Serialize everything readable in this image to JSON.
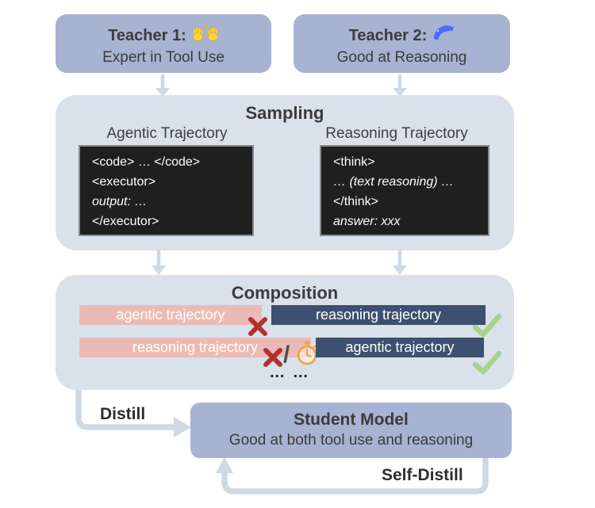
{
  "teachers": {
    "teacher1": {
      "title": "Teacher 1:",
      "icon": "raising-hands",
      "subtitle": "Expert in Tool Use"
    },
    "teacher2": {
      "title": "Teacher 2:",
      "icon": "deepseek-whale",
      "subtitle": "Good at Reasoning"
    }
  },
  "sampling": {
    "title": "Sampling",
    "agentic": {
      "label": "Agentic Trajectory",
      "code_lines": [
        "<code> … </code>",
        "<executor>",
        "output: …",
        "</executor>"
      ]
    },
    "reasoning": {
      "label": "Reasoning Trajectory",
      "code_lines": [
        "<think>",
        "… (text reasoning) …",
        "</think>",
        "answer: xxx"
      ]
    }
  },
  "composition": {
    "title": "Composition",
    "slash": "/",
    "ellipsis": "… …",
    "rows": [
      {
        "first_bar": {
          "label": "agentic trajectory",
          "style": "pink"
        },
        "separator": "cross",
        "second_bar": {
          "label": "reasoning trajectory",
          "style": "navy"
        },
        "verdict": "check"
      },
      {
        "first_bar": {
          "label": "reasoning trajectory",
          "style": "pink"
        },
        "separator": "cross-or-timeout",
        "second_bar": {
          "label": "agentic trajectory",
          "style": "navy"
        },
        "verdict": "check"
      }
    ]
  },
  "flow": {
    "distill_label": "Distill",
    "self_distill_label": "Self-Distill"
  },
  "student": {
    "title": "Student Model",
    "subtitle": "Good at both tool use and reasoning"
  },
  "colors": {
    "teacher_box": "#a8b2d1",
    "panel": "#d9e1eb",
    "code_bg": "#1f1f1f",
    "code_border": "#8a8a8a",
    "pink_bar": "#ecbab6",
    "navy_bar": "#3d506f",
    "arrow": "#cdd9e6",
    "cross": "#b23130",
    "check": "#a9d18e",
    "stopwatch": "#f2a33c",
    "whale_blue": "#4d6bfe",
    "hands_yellow": "#fcd53f",
    "text_dark": "#3b3b3b"
  }
}
